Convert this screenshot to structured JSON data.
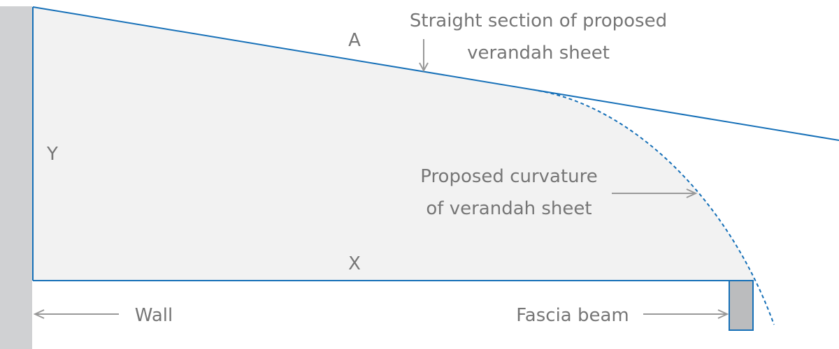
{
  "labels": {
    "a": "A",
    "x": "X",
    "y": "Y",
    "straight_line1": "Straight section of proposed",
    "straight_line2": "verandah sheet",
    "curve_line1": "Proposed curvature",
    "curve_line2": "of verandah sheet",
    "wall": "Wall",
    "fascia": "Fascia beam"
  },
  "colors": {
    "sheet": "#1670b8",
    "wall": "#d0d1d3",
    "fascia": "#bbbcbe",
    "fill": "#f2f2f2",
    "text": "#767676",
    "arrow": "#999999"
  }
}
